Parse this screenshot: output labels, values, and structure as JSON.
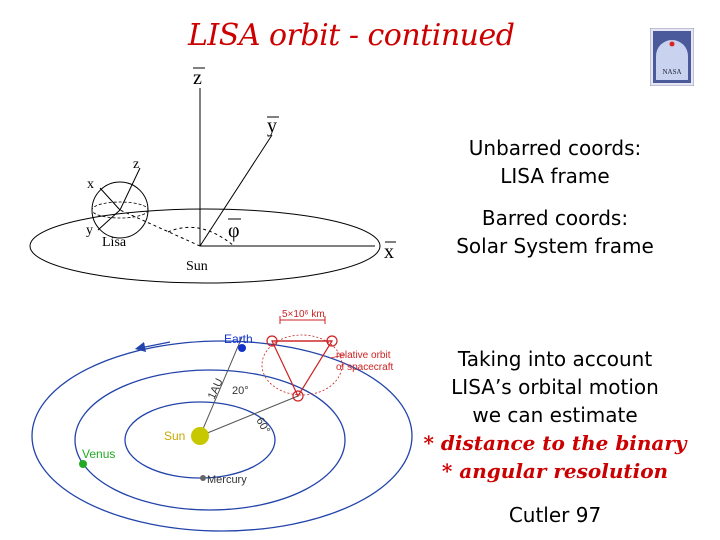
{
  "slide": {
    "title": "LISA orbit - continued",
    "unbarred_line1": "Unbarred coords:",
    "unbarred_line2": "LISA frame",
    "barred_line1": "Barred coords:",
    "barred_line2": "Solar System frame",
    "motion_line1": "Taking into account",
    "motion_line2": "LISA’s orbital motion",
    "motion_line3": "we can estimate",
    "bullet1": "* distance to the binary",
    "bullet2": "* angular resolution",
    "citation": "Cutler 97"
  },
  "diagram1": {
    "zbar": "z",
    "ybar": "y",
    "xbar": "x",
    "phibar": "φ",
    "z": "z",
    "x": "x",
    "y": "y",
    "lisa": "Lisa",
    "sun": "Sun"
  },
  "diagram2": {
    "earth": "Earth",
    "scale": "5×10⁶ km",
    "rel1": "relative orbit",
    "rel2": "of spacecraft",
    "au": "1AU",
    "deg20": "20°",
    "deg60": "60°",
    "sun": "Sun",
    "venus": "Venus",
    "mercury": "Mercury"
  },
  "logo": {
    "text": "NASA"
  },
  "colors": {
    "title": "#cc0000",
    "orbit_blue": "#2244aa",
    "sun_yellow": "#c8c800",
    "earth_blue": "#1133cc",
    "venus_green": "#22aa22",
    "relative_red": "#cc2222"
  }
}
